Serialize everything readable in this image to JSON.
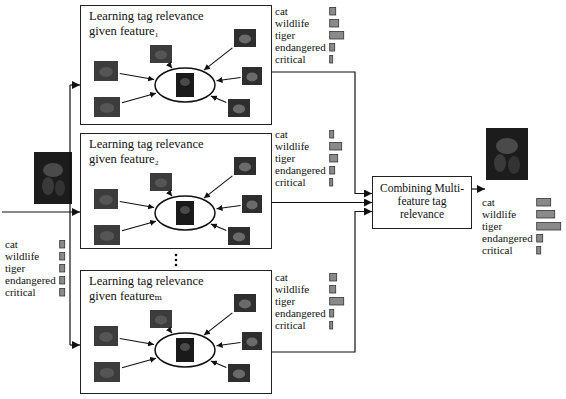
{
  "diagram": {
    "nodes": [
      {
        "text": [
          "Learning tag relevance given feature₁"
        ]
      },
      {
        "text": [
          "Learning tag relevance given feature₂"
        ]
      },
      {
        "text": [
          "Learning tag relevance given featureₘ"
        ]
      },
      {
        "text": [
          "Combining Multi-feature tag relevance"
        ]
      }
    ],
    "edges": [
      {
        "from": 0,
        "to": 3,
        "arrow": "to"
      },
      {
        "from": 1,
        "to": 3,
        "arrow": "to"
      },
      {
        "from": 2,
        "to": 3,
        "arrow": "to"
      }
    ],
    "labels": [
      "cat",
      "wildlife",
      "tiger",
      "endangered",
      "critical",
      "cat",
      "wildlife",
      "tiger",
      "endangered",
      "critical",
      "cat",
      "wildlife",
      "tiger",
      "endangered",
      "critical",
      "cat",
      "wildlife",
      "tiger",
      "endangered",
      "critical",
      "cat",
      "wildlife",
      "tiger",
      "endangered",
      "critical"
    ]
  }
}
